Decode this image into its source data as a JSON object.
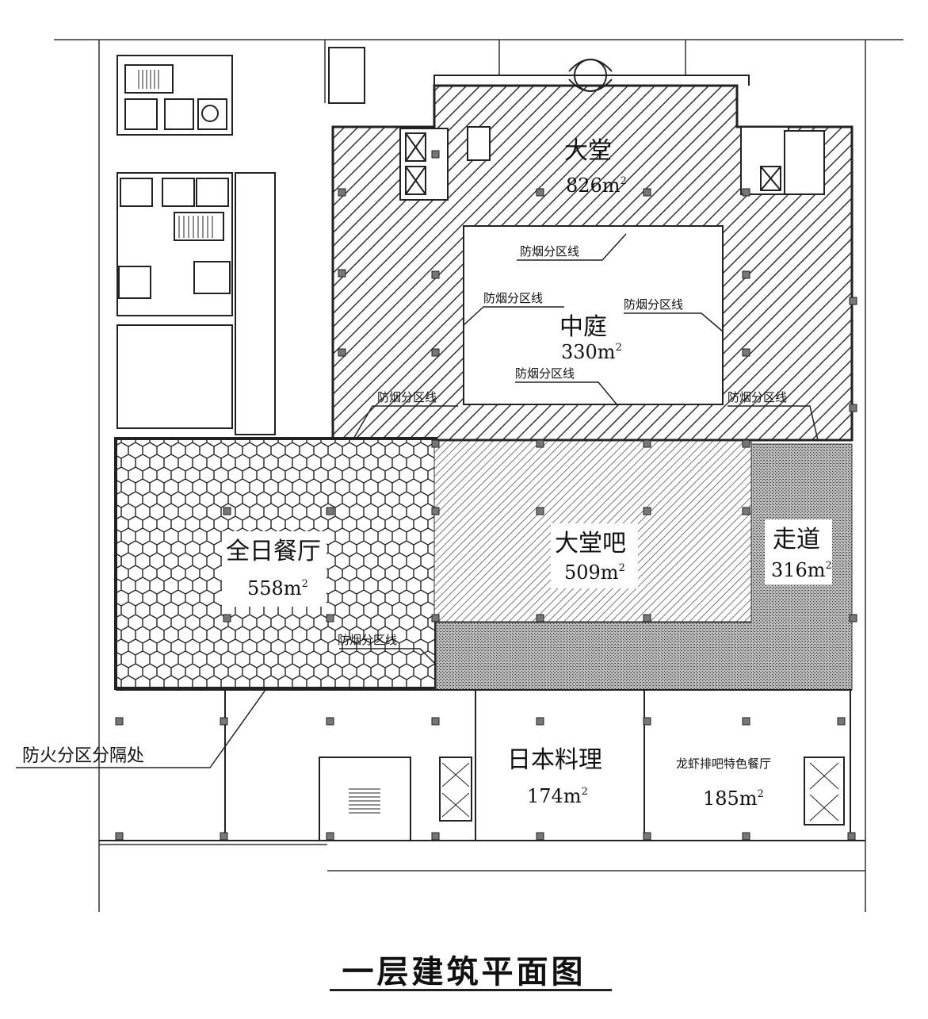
{
  "title": "一层建筑平面图",
  "rooms": {
    "lobby": {
      "name": "大堂",
      "area": "826m",
      "unit_sup": "2"
    },
    "atrium": {
      "name": "中庭",
      "area": "330m",
      "unit_sup": "2"
    },
    "lobby_bar": {
      "name": "大堂吧",
      "area": "509m",
      "unit_sup": "2"
    },
    "corridor": {
      "name": "走道",
      "area": "316m",
      "unit_sup": "2"
    },
    "all_day_restaurant": {
      "name": "全日餐厅",
      "area": "558m",
      "unit_sup": "2"
    },
    "japanese": {
      "name": "日本料理",
      "area": "174m",
      "unit_sup": "2"
    },
    "lobster_bar": {
      "name": "龙虾排吧特色餐厅",
      "area": "185m",
      "unit_sup": "2"
    }
  },
  "smoke_zone_line": "防烟分区线",
  "fire_zone_divider": "防火分区分隔处"
}
